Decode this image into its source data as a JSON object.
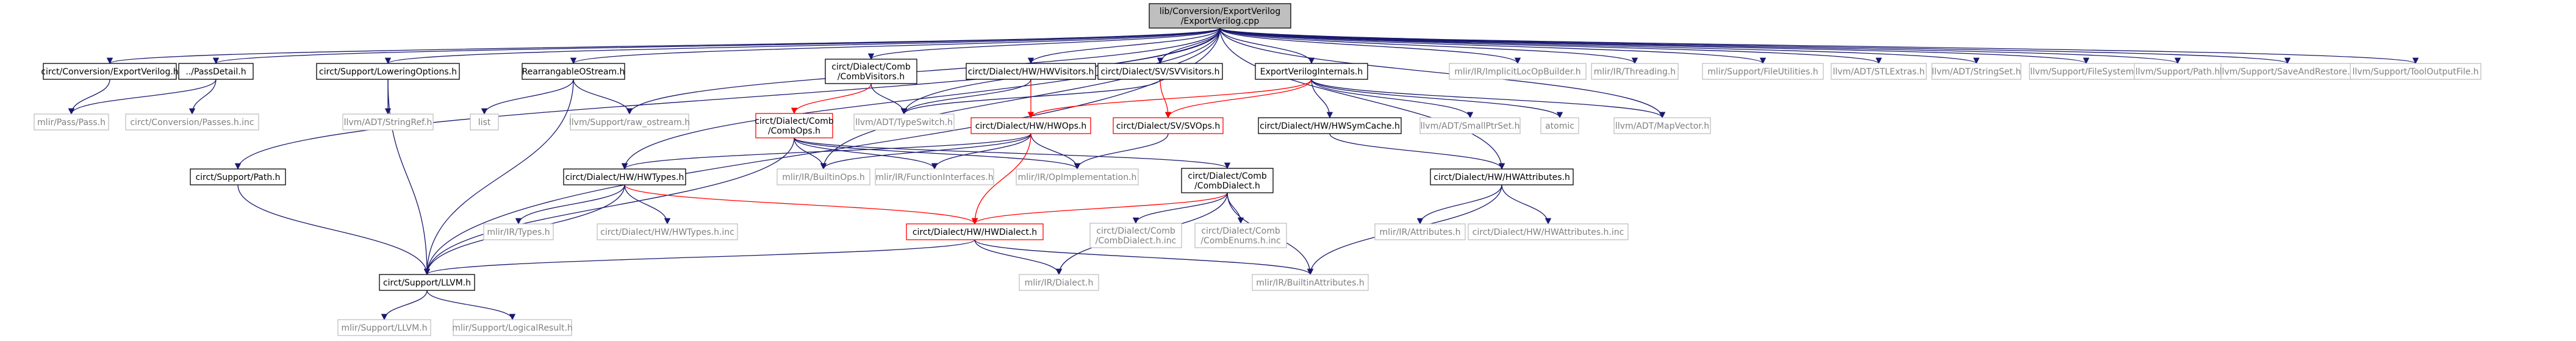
{
  "title": "lib/Conversion/ExportVerilog/ExportVerilog.cpp",
  "colors": {
    "root_fill": "#bfbfbf",
    "box_fill": "#ffffff",
    "box_stroke": "#000000",
    "highlight_stroke": "#ff0000",
    "external_stroke": "#bfbfbf",
    "external_text": "#808080",
    "edge": "#191970",
    "edge_highlight": "#ff0000"
  },
  "nodes": [
    {
      "id": "root",
      "lines": [
        "lib/Conversion/ExportVerilog",
        "/ExportVerilog.cpp"
      ],
      "style": "root"
    },
    {
      "id": "exportverilog_h",
      "lines": [
        "circt/Conversion/ExportVerilog.h"
      ],
      "style": "normal"
    },
    {
      "id": "passdetail_h",
      "lines": [
        "../PassDetail.h"
      ],
      "style": "normal"
    },
    {
      "id": "lowering_h",
      "lines": [
        "circt/Support/LoweringOptions.h"
      ],
      "style": "normal"
    },
    {
      "id": "rearr_h",
      "lines": [
        "RearrangableOStream.h"
      ],
      "style": "normal"
    },
    {
      "id": "combvisitors_h",
      "lines": [
        "circt/Dialect/Comb",
        "/CombVisitors.h"
      ],
      "style": "normal"
    },
    {
      "id": "hwvisitors_h",
      "lines": [
        "circt/Dialect/HW/HWVisitors.h"
      ],
      "style": "normal"
    },
    {
      "id": "svvisitors_h",
      "lines": [
        "circt/Dialect/SV/SVVisitors.h"
      ],
      "style": "normal"
    },
    {
      "id": "evinternals_h",
      "lines": [
        "ExportVerilogInternals.h"
      ],
      "style": "normal"
    },
    {
      "id": "implicitloc_h",
      "lines": [
        "mlir/IR/ImplicitLocOpBuilder.h"
      ],
      "style": "external"
    },
    {
      "id": "threading_h",
      "lines": [
        "mlir/IR/Threading.h"
      ],
      "style": "external"
    },
    {
      "id": "fileutil_h",
      "lines": [
        "mlir/Support/FileUtilities.h"
      ],
      "style": "external"
    },
    {
      "id": "stlextras_h",
      "lines": [
        "llvm/ADT/STLExtras.h"
      ],
      "style": "external"
    },
    {
      "id": "stringset_h",
      "lines": [
        "llvm/ADT/StringSet.h"
      ],
      "style": "external"
    },
    {
      "id": "filesystem_h",
      "lines": [
        "llvm/Support/FileSystem.h"
      ],
      "style": "external"
    },
    {
      "id": "path_h",
      "lines": [
        "llvm/Support/Path.h"
      ],
      "style": "external"
    },
    {
      "id": "saverestore_h",
      "lines": [
        "llvm/Support/SaveAndRestore.h"
      ],
      "style": "external"
    },
    {
      "id": "tooloutput_h",
      "lines": [
        "llvm/Support/ToolOutputFile.h"
      ],
      "style": "external"
    },
    {
      "id": "pass_h",
      "lines": [
        "mlir/Pass/Pass.h"
      ],
      "style": "external"
    },
    {
      "id": "passes_inc",
      "lines": [
        "circt/Conversion/Passes.h.inc"
      ],
      "style": "external"
    },
    {
      "id": "stringref_h",
      "lines": [
        "llvm/ADT/StringRef.h"
      ],
      "style": "external"
    },
    {
      "id": "list",
      "lines": [
        "list"
      ],
      "style": "external"
    },
    {
      "id": "raw_ostream_h",
      "lines": [
        "llvm/Support/raw_ostream.h"
      ],
      "style": "external"
    },
    {
      "id": "typeswitch_h",
      "lines": [
        "llvm/ADT/TypeSwitch.h"
      ],
      "style": "external"
    },
    {
      "id": "combops_h",
      "lines": [
        "circt/Dialect/Comb",
        "/CombOps.h"
      ],
      "style": "highlight"
    },
    {
      "id": "hwops_h",
      "lines": [
        "circt/Dialect/HW/HWOps.h"
      ],
      "style": "highlight"
    },
    {
      "id": "svops_h",
      "lines": [
        "circt/Dialect/SV/SVOps.h"
      ],
      "style": "highlight"
    },
    {
      "id": "hwsymcache_h",
      "lines": [
        "circt/Dialect/HW/HWSymCache.h"
      ],
      "style": "normal"
    },
    {
      "id": "smallptrset_h",
      "lines": [
        "llvm/ADT/SmallPtrSet.h"
      ],
      "style": "external"
    },
    {
      "id": "atomic",
      "lines": [
        "atomic"
      ],
      "style": "external"
    },
    {
      "id": "mapvector_h",
      "lines": [
        "llvm/ADT/MapVector.h"
      ],
      "style": "external"
    },
    {
      "id": "supportpath_h",
      "lines": [
        "circt/Support/Path.h"
      ],
      "style": "normal"
    },
    {
      "id": "hwtypes_h",
      "lines": [
        "circt/Dialect/HW/HWTypes.h"
      ],
      "style": "normal"
    },
    {
      "id": "builtinops_h",
      "lines": [
        "mlir/IR/BuiltinOps.h"
      ],
      "style": "external"
    },
    {
      "id": "funcinterfaces_h",
      "lines": [
        "mlir/IR/FunctionInterfaces.h"
      ],
      "style": "external"
    },
    {
      "id": "opimpl_h",
      "lines": [
        "mlir/IR/OpImplementation.h"
      ],
      "style": "external"
    },
    {
      "id": "combdialect_h",
      "lines": [
        "circt/Dialect/Comb",
        "/CombDialect.h"
      ],
      "style": "normal"
    },
    {
      "id": "hwattributes_h",
      "lines": [
        "circt/Dialect/HW/HWAttributes.h"
      ],
      "style": "normal"
    },
    {
      "id": "irtypes_h",
      "lines": [
        "mlir/IR/Types.h"
      ],
      "style": "external"
    },
    {
      "id": "hwtypes_inc",
      "lines": [
        "circt/Dialect/HW/HWTypes.h.inc"
      ],
      "style": "external"
    },
    {
      "id": "hwdialect_h",
      "lines": [
        "circt/Dialect/HW/HWDialect.h"
      ],
      "style": "highlight"
    },
    {
      "id": "combdialect_inc",
      "lines": [
        "circt/Dialect/Comb",
        "/CombDialect.h.inc"
      ],
      "style": "external"
    },
    {
      "id": "combenums_inc",
      "lines": [
        "circt/Dialect/Comb",
        "/CombEnums.h.inc"
      ],
      "style": "external"
    },
    {
      "id": "irattributes_h",
      "lines": [
        "mlir/IR/Attributes.h"
      ],
      "style": "external"
    },
    {
      "id": "hwattributes_inc",
      "lines": [
        "circt/Dialect/HW/HWAttributes.h.inc"
      ],
      "style": "external"
    },
    {
      "id": "llvm_h",
      "lines": [
        "circt/Support/LLVM.h"
      ],
      "style": "normal"
    },
    {
      "id": "irdialect_h",
      "lines": [
        "mlir/IR/Dialect.h"
      ],
      "style": "external"
    },
    {
      "id": "builtinattr_h",
      "lines": [
        "mlir/IR/BuiltinAttributes.h"
      ],
      "style": "external"
    },
    {
      "id": "mlirllvm_h",
      "lines": [
        "mlir/Support/LLVM.h"
      ],
      "style": "external"
    },
    {
      "id": "logicalresult_h",
      "lines": [
        "mlir/Support/LogicalResult.h"
      ],
      "style": "external"
    }
  ],
  "edges": [
    {
      "from": "root",
      "to": "exportverilog_h"
    },
    {
      "from": "root",
      "to": "passdetail_h"
    },
    {
      "from": "root",
      "to": "lowering_h"
    },
    {
      "from": "root",
      "to": "rearr_h"
    },
    {
      "from": "root",
      "to": "combvisitors_h"
    },
    {
      "from": "root",
      "to": "hwvisitors_h"
    },
    {
      "from": "root",
      "to": "svvisitors_h"
    },
    {
      "from": "root",
      "to": "evinternals_h"
    },
    {
      "from": "root",
      "to": "implicitloc_h"
    },
    {
      "from": "root",
      "to": "threading_h"
    },
    {
      "from": "root",
      "to": "fileutil_h"
    },
    {
      "from": "root",
      "to": "stlextras_h"
    },
    {
      "from": "root",
      "to": "stringset_h"
    },
    {
      "from": "root",
      "to": "filesystem_h"
    },
    {
      "from": "root",
      "to": "path_h"
    },
    {
      "from": "root",
      "to": "saverestore_h"
    },
    {
      "from": "root",
      "to": "tooloutput_h"
    },
    {
      "from": "root",
      "to": "supportpath_h"
    },
    {
      "from": "root",
      "to": "hwtypes_h"
    },
    {
      "from": "root",
      "to": "llvm_h"
    },
    {
      "from": "root",
      "to": "raw_ostream_h"
    },
    {
      "from": "root",
      "to": "typeswitch_h"
    },
    {
      "from": "root",
      "to": "builtinops_h"
    },
    {
      "from": "root",
      "to": "hwattributes_h"
    },
    {
      "from": "root",
      "to": "mapvector_h"
    },
    {
      "from": "exportverilog_h",
      "to": "pass_h"
    },
    {
      "from": "passdetail_h",
      "to": "pass_h"
    },
    {
      "from": "passdetail_h",
      "to": "passes_inc"
    },
    {
      "from": "lowering_h",
      "to": "stringref_h"
    },
    {
      "from": "lowering_h",
      "to": "llvm_h"
    },
    {
      "from": "rearr_h",
      "to": "list"
    },
    {
      "from": "rearr_h",
      "to": "raw_ostream_h"
    },
    {
      "from": "rearr_h",
      "to": "llvm_h"
    },
    {
      "from": "combvisitors_h",
      "to": "combops_h",
      "hl": true
    },
    {
      "from": "combvisitors_h",
      "to": "typeswitch_h"
    },
    {
      "from": "hwvisitors_h",
      "to": "hwops_h",
      "hl": true
    },
    {
      "from": "hwvisitors_h",
      "to": "typeswitch_h"
    },
    {
      "from": "svvisitors_h",
      "to": "svops_h",
      "hl": true
    },
    {
      "from": "svvisitors_h",
      "to": "typeswitch_h"
    },
    {
      "from": "evinternals_h",
      "to": "hwops_h",
      "hl": true
    },
    {
      "from": "evinternals_h",
      "to": "svops_h",
      "hl": true
    },
    {
      "from": "evinternals_h",
      "to": "hwsymcache_h"
    },
    {
      "from": "evinternals_h",
      "to": "smallptrset_h"
    },
    {
      "from": "evinternals_h",
      "to": "atomic"
    },
    {
      "from": "evinternals_h",
      "to": "mapvector_h"
    },
    {
      "from": "combops_h",
      "to": "builtinops_h"
    },
    {
      "from": "combops_h",
      "to": "funcinterfaces_h"
    },
    {
      "from": "combops_h",
      "to": "opimpl_h"
    },
    {
      "from": "combops_h",
      "to": "combdialect_h"
    },
    {
      "from": "combops_h",
      "to": "llvm_h"
    },
    {
      "from": "hwops_h",
      "to": "hwtypes_h"
    },
    {
      "from": "hwops_h",
      "to": "builtinops_h"
    },
    {
      "from": "hwops_h",
      "to": "funcinterfaces_h"
    },
    {
      "from": "hwops_h",
      "to": "opimpl_h"
    },
    {
      "from": "hwops_h",
      "to": "hwdialect_h",
      "hl": true
    },
    {
      "from": "svops_h",
      "to": "opimpl_h"
    },
    {
      "from": "hwsymcache_h",
      "to": "hwattributes_h"
    },
    {
      "from": "supportpath_h",
      "to": "llvm_h"
    },
    {
      "from": "hwtypes_h",
      "to": "irtypes_h"
    },
    {
      "from": "hwtypes_h",
      "to": "hwtypes_inc"
    },
    {
      "from": "hwtypes_h",
      "to": "hwdialect_h",
      "hl": true
    },
    {
      "from": "hwtypes_h",
      "to": "llvm_h"
    },
    {
      "from": "combdialect_h",
      "to": "hwdialect_h",
      "hl": true
    },
    {
      "from": "combdialect_h",
      "to": "combdialect_inc"
    },
    {
      "from": "combdialect_h",
      "to": "combenums_inc"
    },
    {
      "from": "combdialect_h",
      "to": "irdialect_h"
    },
    {
      "from": "combdialect_h",
      "to": "builtinattr_h"
    },
    {
      "from": "hwattributes_h",
      "to": "irattributes_h"
    },
    {
      "from": "hwattributes_h",
      "to": "hwattributes_inc"
    },
    {
      "from": "hwattributes_h",
      "to": "builtinattr_h"
    },
    {
      "from": "hwdialect_h",
      "to": "irdialect_h"
    },
    {
      "from": "hwdialect_h",
      "to": "builtinattr_h"
    },
    {
      "from": "hwdialect_h",
      "to": "llvm_h"
    },
    {
      "from": "llvm_h",
      "to": "mlirllvm_h"
    },
    {
      "from": "llvm_h",
      "to": "logicalresult_h"
    }
  ]
}
